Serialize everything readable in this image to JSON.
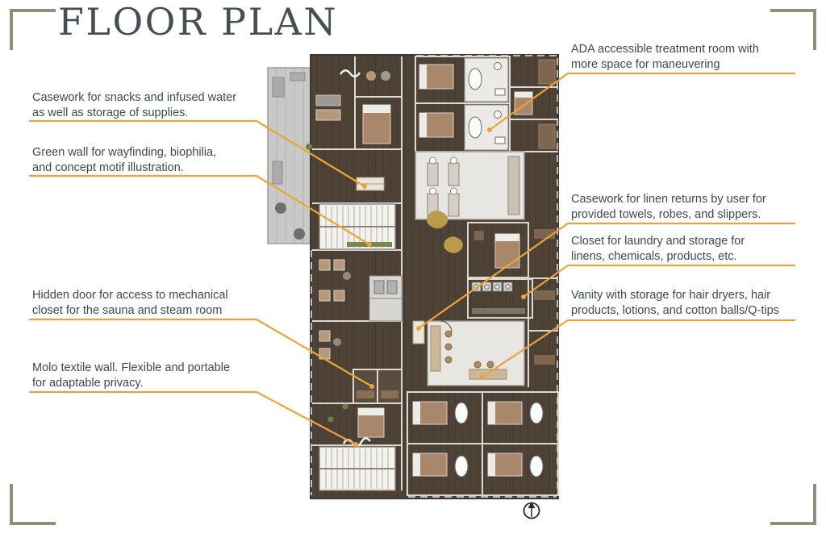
{
  "theme": {
    "accent": "#e9a43c",
    "corner": "#8e8e79",
    "title_color": "#454e53",
    "text_color": "#3e494e",
    "background": "#ffffff",
    "floor_color": "#4e4237"
  },
  "header": {
    "title": "FLOOR PLAN"
  },
  "annotations": {
    "left": [
      {
        "id": "casework-snacks",
        "text": "Casework for snacks and infused water\nas well as storage of supplies."
      },
      {
        "id": "green-wall",
        "text": "Green wall for wayfinding, biophilia,\nand concept motif illustration."
      },
      {
        "id": "hidden-door",
        "text": "Hidden door for access to mechanical\ncloset for the sauna and steam room"
      },
      {
        "id": "molo-wall",
        "text": "Molo textile wall.  Flexible and portable\nfor adaptable privacy."
      }
    ],
    "right": [
      {
        "id": "ada-room",
        "text": "ADA accessible treatment room with\nmore space for maneuvering"
      },
      {
        "id": "casework-linen",
        "text": "Casework for linen returns by user for\nprovided towels, robes, and slippers."
      },
      {
        "id": "laundry-closet",
        "text": "Closet for laundry and storage for\nlinens, chemicals, products, etc."
      },
      {
        "id": "vanity",
        "text": "Vanity with storage for hair dryers, hair\nproducts, lotions, and cotton balls/Q-tips"
      }
    ]
  },
  "icons": {
    "north_arrow": "compass-north-arrow"
  }
}
